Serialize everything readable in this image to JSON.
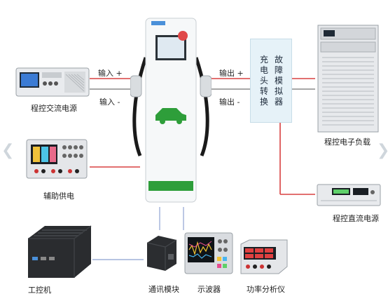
{
  "diagram": {
    "labels": {
      "input_plus": "输入 +",
      "input_minus": "输入 -",
      "output_plus": "输出 +",
      "output_minus": "输出 -",
      "programmable_ac_source": "程控交流电源",
      "aux_power": "辅助供电",
      "industrial_pc": "工控机",
      "comm_module": "通讯模块",
      "oscilloscope": "示波器",
      "power_analyzer": "功率分析仪",
      "electronic_load": "程控电子负载",
      "dc_source": "程控直流电源"
    },
    "fault_box": {
      "col1": "故障模拟器",
      "col2": "充电头转换"
    },
    "colors": {
      "wire_red": "#d94040",
      "wire_gray": "#8a8a8a",
      "wire_blue": "#9fb0d8",
      "box_fill": "#e6f2f8",
      "charger_green": "#2e9e3a"
    }
  }
}
